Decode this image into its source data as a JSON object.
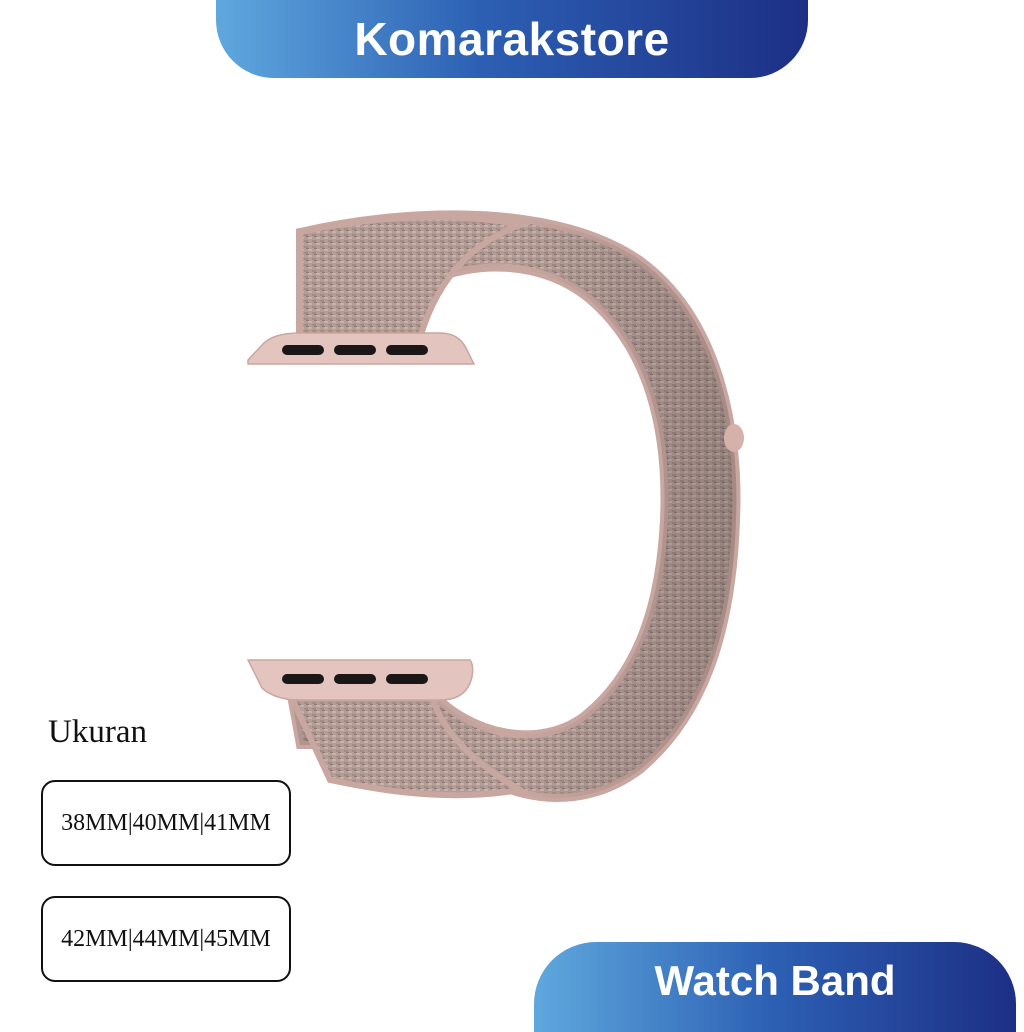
{
  "brand": {
    "store_name": "Komarakstore",
    "product_category": "Watch Band",
    "gradient_colors": [
      "#5fa8de",
      "#2c5fb3",
      "#1c2f85"
    ]
  },
  "product": {
    "image_icon": "nylon-loop-watch-band-icon",
    "band_color": "#b79e98",
    "trim_color": "#cba7a2",
    "connector_color": "#e3c3bd"
  },
  "sizes": {
    "label": "Ukuran",
    "options": [
      "38MM|40MM|41MM",
      "42MM|44MM|45MM"
    ]
  }
}
